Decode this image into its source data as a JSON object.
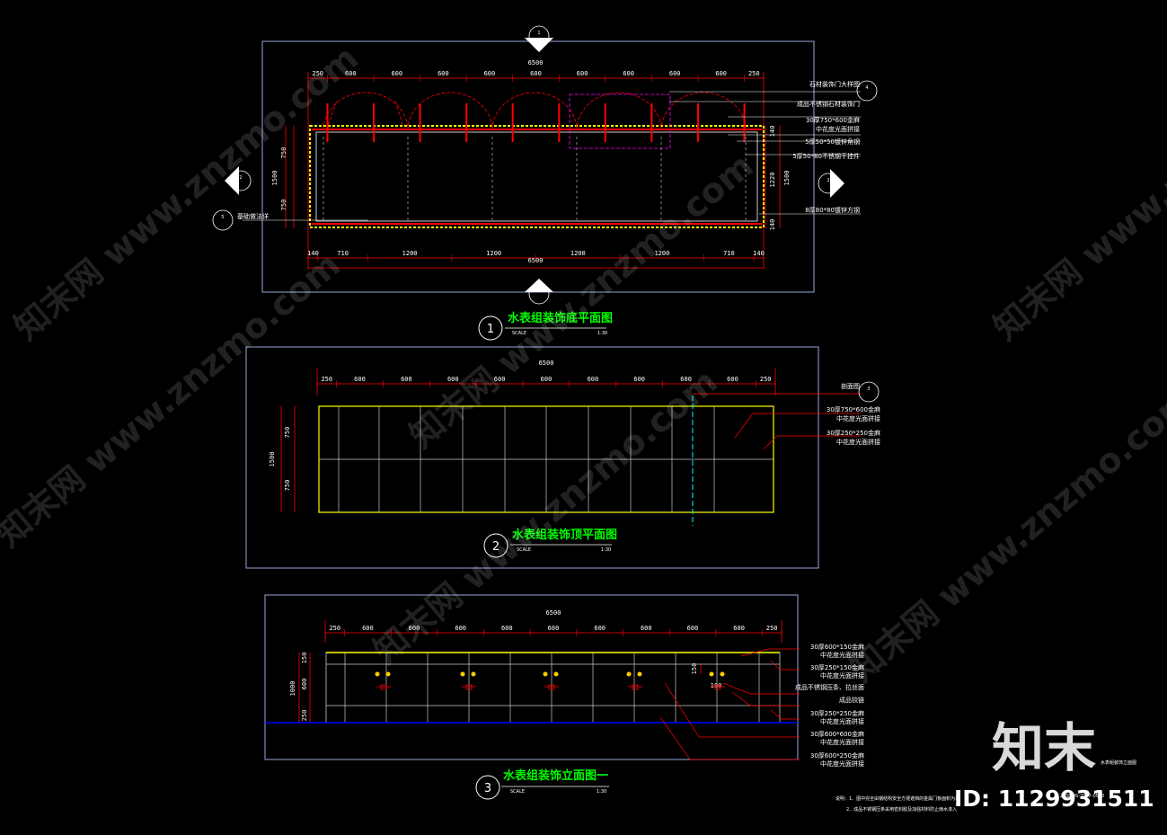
{
  "colors": {
    "background": "#000000",
    "frame": "#9aa7d8",
    "dim": "#ff0000",
    "text": "#ffffff",
    "title": "#00ff00",
    "outline": "#ffff00",
    "ground": "#0000ff"
  },
  "plan1": {
    "top_total": "6500",
    "top_dims": [
      "250",
      "600",
      "600",
      "600",
      "600",
      "600",
      "600",
      "600",
      "600",
      "600",
      "250"
    ],
    "bottom_dims": [
      "140",
      "710",
      "1200",
      "1200",
      "1200",
      "1200",
      "710",
      "140"
    ],
    "bottom_total": "6500",
    "left_total": "1500",
    "left_a": "750",
    "left_b": "750",
    "right_a": "140",
    "right_b": "1220",
    "right_c": "140",
    "right_total": "1500",
    "callouts": [
      "石材装饰门大样图",
      "成品不锈钢石材装饰门",
      "30厚750*600金麻",
      "中花度光面拼接",
      "5厚50*50镀锌角钢",
      "5厚50*80不锈钢干挂件",
      "8厚80*80镀锌方钢"
    ],
    "left_callout": "基础做法详",
    "section_top": "1",
    "section_bottom": "1",
    "section_left": "2",
    "section_right": "2",
    "detail_tag": "4",
    "left_tag": "5",
    "title_no": "1",
    "title": "水表组装饰底平面图",
    "scale_word": "SCALE",
    "scale": "1:30"
  },
  "plan2": {
    "total": "6500",
    "top_dims": [
      "250",
      "600",
      "600",
      "600",
      "600",
      "600",
      "600",
      "600",
      "600",
      "600",
      "250"
    ],
    "left_total": "1500",
    "left_a": "750",
    "left_b": "750",
    "callouts": [
      "剖面图",
      "30厚750*600金麻",
      "中花度光面拼接",
      "30厚250*250金麻",
      "中花度光面拼接"
    ],
    "tag": "3",
    "title_no": "2",
    "title": "水表组装饰顶平面图",
    "scale_word": "SCALE",
    "scale": "1:30"
  },
  "elev": {
    "total": "6500",
    "top_dims": [
      "250",
      "600",
      "600",
      "600",
      "600",
      "600",
      "600",
      "600",
      "600",
      "600",
      "250"
    ],
    "left_total": "1000",
    "left_a": "150",
    "left_b": "600",
    "left_c": "250",
    "inner_dim_a": "150",
    "inner_dim_b": "100",
    "callouts": [
      "30厚600*150金麻",
      "中花度光面拼接",
      "30厚250*150金麻",
      "中花度光面拼接",
      "成品不锈钢压条、拉丝面",
      "成品铰链",
      "30厚250*250金麻",
      "中花度光面拼接",
      "30厚600*600金麻",
      "中花度光面拼接",
      "30厚600*250金麻",
      "中花度光面拼接"
    ],
    "side_note": "水表组装饰立面图",
    "title_no": "3",
    "title": "水表组装饰立面图一",
    "scale_word": "SCALE",
    "scale": "1:30"
  },
  "notes": [
    "说明：1、图中完全由钢结构安全方便遮挡的金属门板面积为准",
    "2、成品不锈钢压条采用密封胶及加强材料防止雨水渗入"
  ],
  "code": "ZXSJ-DS-2017-0510",
  "watermarks": [
    "知末网 www.znzmo.com",
    "知末网 www.znzmo.com",
    "知末网 www.znzmo.com",
    "知末网 www.znzmo.com",
    "知末网 www.znzmo.com",
    "知末网 www.znzmo.com"
  ],
  "brand": "知末",
  "id_text": "ID: 1129931511"
}
